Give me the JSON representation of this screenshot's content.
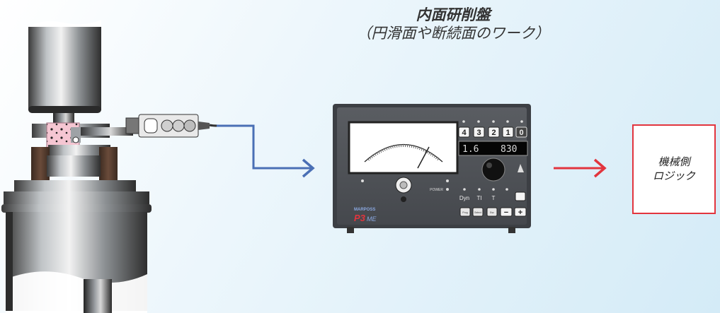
{
  "title": {
    "line1": "内面研削盤",
    "line2": "（円滑面や断続面のワーク）"
  },
  "output_box": {
    "label_line1": "機械側",
    "label_line2": "ロジック"
  },
  "device": {
    "brand": "MARPOSS",
    "model": "P3",
    "model_suffix": "ME",
    "keys_top": [
      "4",
      "3",
      "2",
      "1",
      "0"
    ],
    "display_left": "1.6",
    "display_right": "830",
    "label_power": "POWER",
    "label_dyn": "Dyn",
    "label_ti": "TI",
    "label_t": "T",
    "bottom_keys": [
      "Prog",
      "Select",
      "Esc",
      "−",
      "+"
    ]
  },
  "colors": {
    "arrow_blue": "#4a6fb5",
    "arrow_red": "#e2353e",
    "device_body": "#4a4d52"
  }
}
